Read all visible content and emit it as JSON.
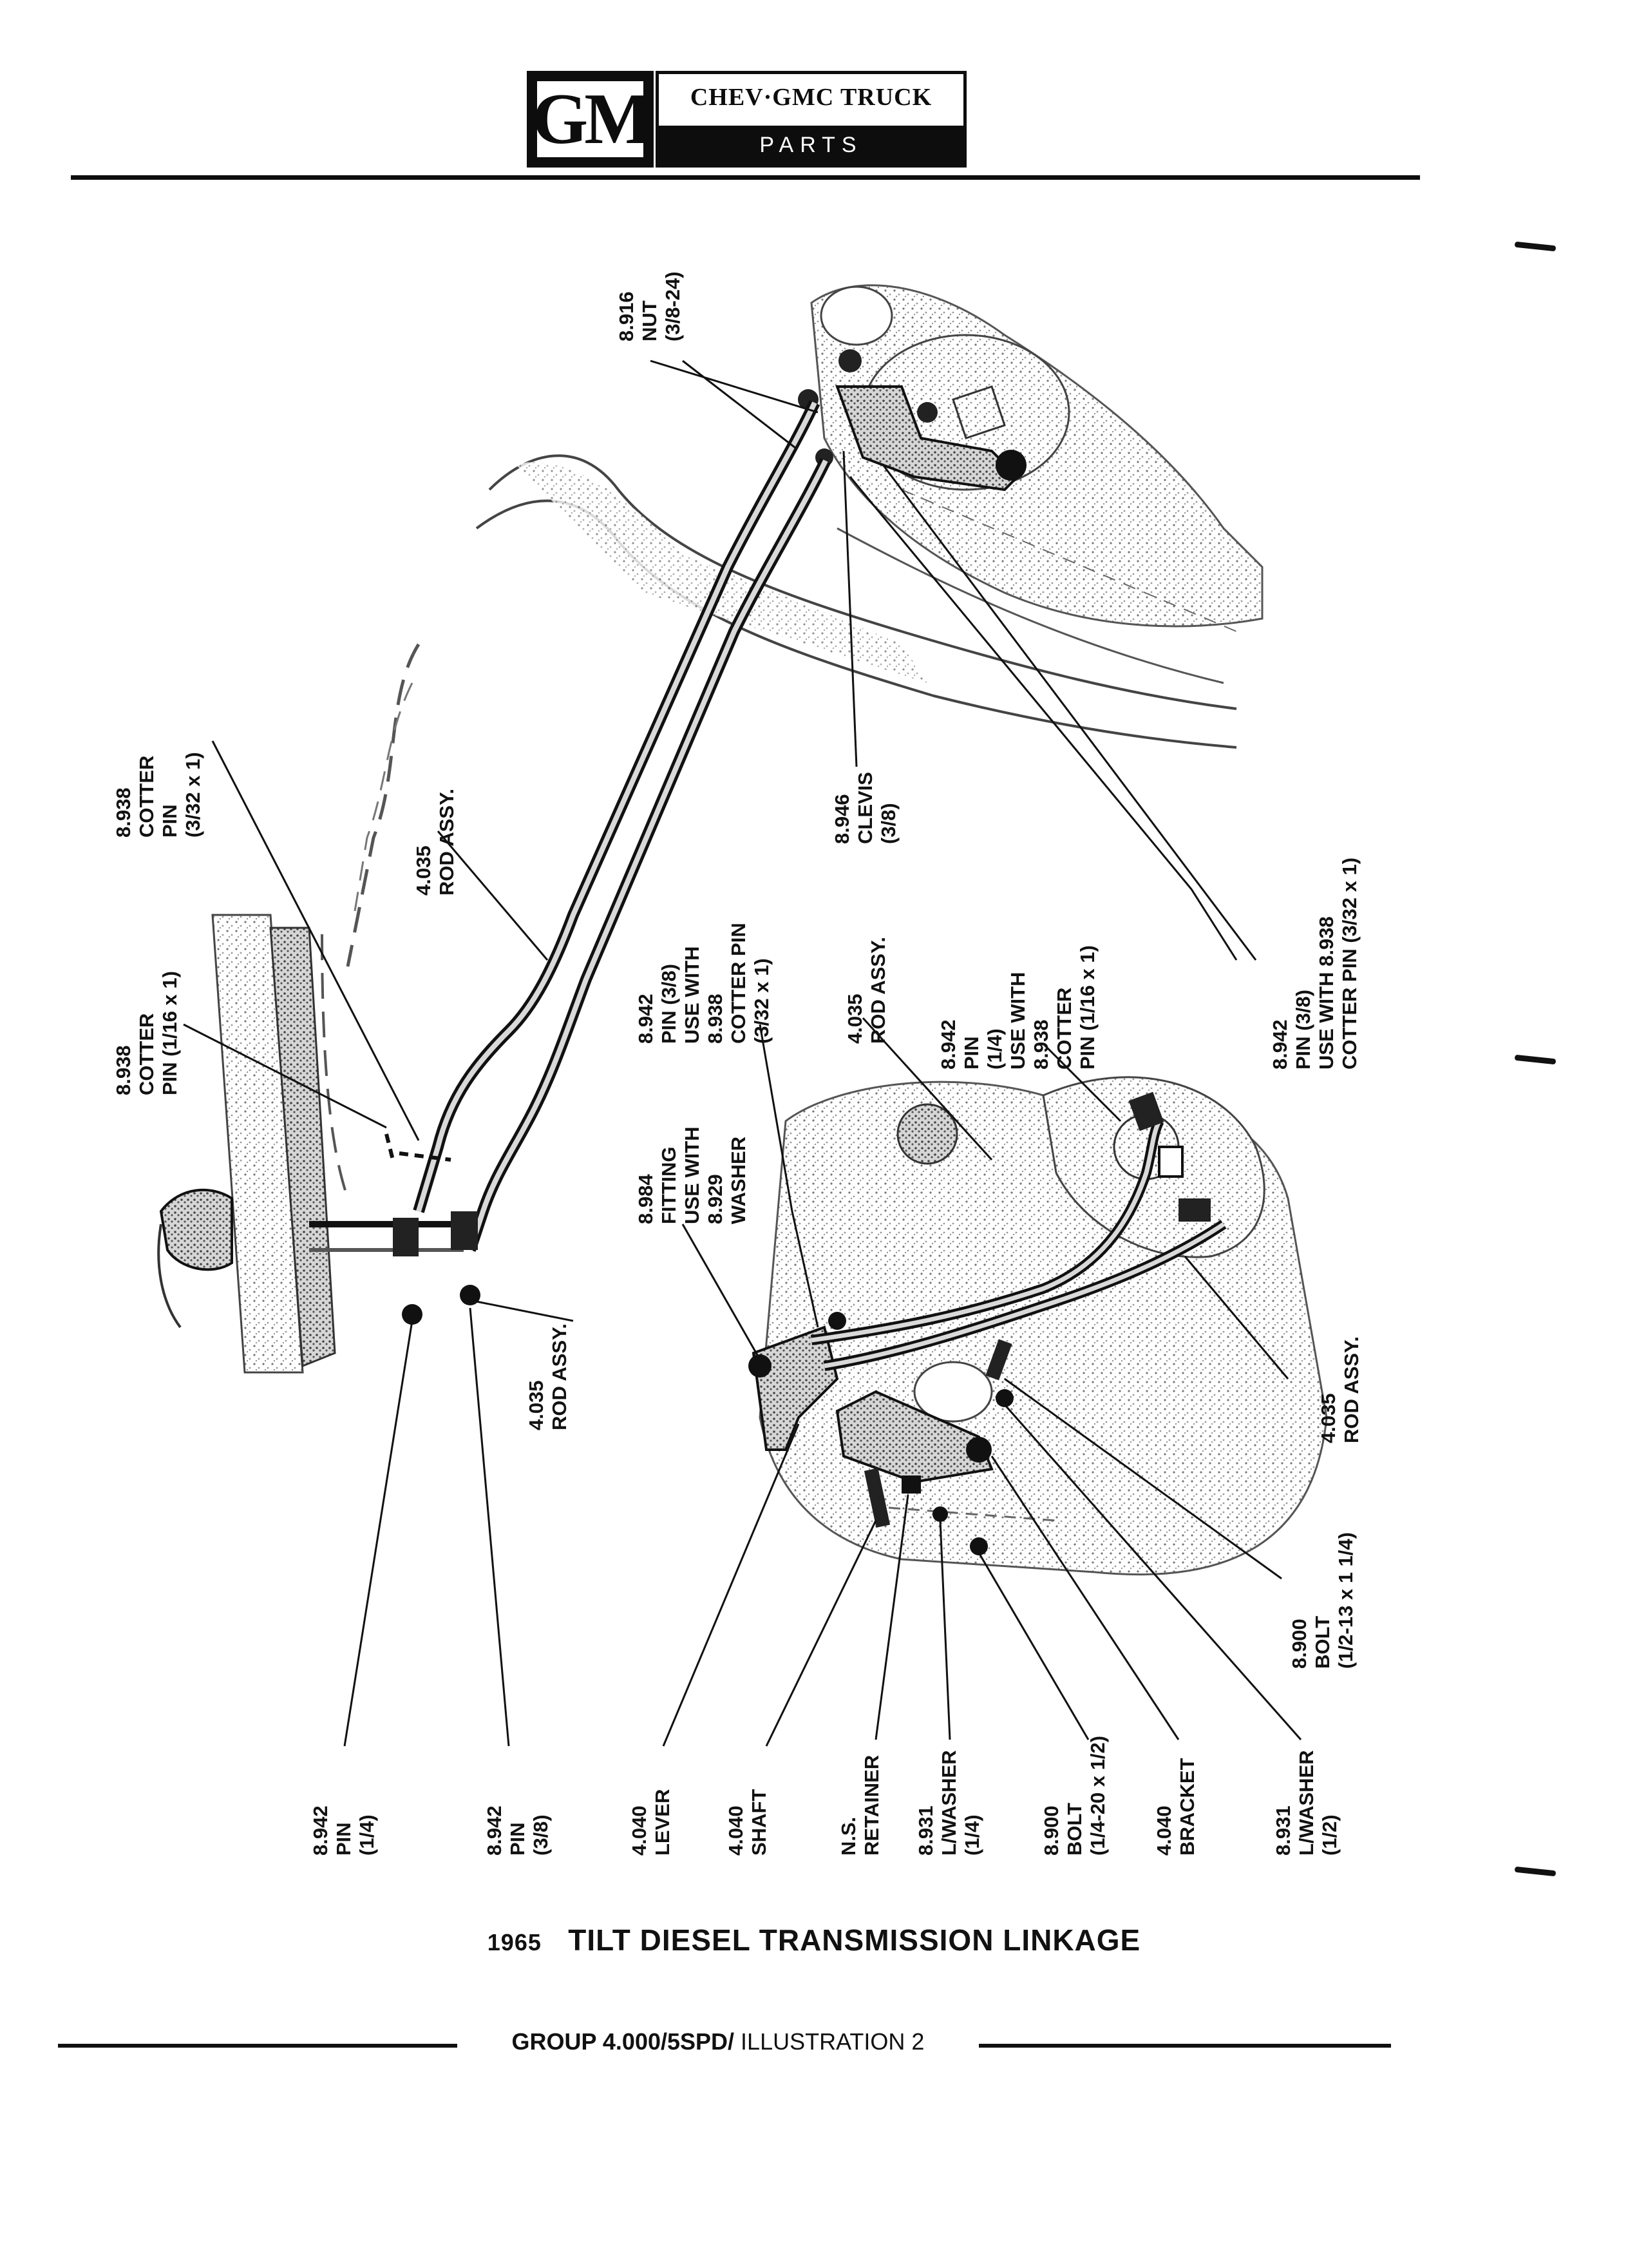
{
  "header": {
    "logo_text": "GM",
    "title": "CHEV·GMC TRUCK",
    "subtitle": "PARTS CATALOGUE"
  },
  "callouts": {
    "nut_8916": [
      "8.916",
      "NUT",
      "(3/8-24)"
    ],
    "cotter_8938_top": [
      "8.938",
      "COTTER",
      "PIN",
      "(3/32 x 1)"
    ],
    "cotter_8938_left": [
      "8.938",
      "COTTER",
      "PIN (1/16 x 1)"
    ],
    "rod_4035_upper": [
      "4.035",
      "ROD ASSY."
    ],
    "clevis_8946": [
      "8.946",
      "CLEVIS",
      "(3/8)"
    ],
    "pin_8942_right": [
      "8.942",
      "PIN (3/8)",
      "USE WITH 8.938",
      "COTTER PIN (3/32 x 1)"
    ],
    "pin_8942_quarter": [
      "8.942",
      "PIN",
      "(1/4)",
      "USE WITH",
      "8.938",
      "COTTER",
      "PIN (1/16 x 1)"
    ],
    "rod_4035_mid": [
      "4.035",
      "ROD ASSY."
    ],
    "pin_8942_mid": [
      "8.942",
      "PIN (3/8)",
      "USE WITH",
      "8.938",
      "COTTER PIN",
      "(3/32 x 1)"
    ],
    "fitting_8984": [
      "8.984",
      "FITTING",
      "USE WITH",
      "8.929",
      "WASHER"
    ],
    "rod_4035_lower": [
      "4.035",
      "ROD ASSY."
    ],
    "rod_4035_right": [
      "4.035",
      "ROD ASSY."
    ],
    "bolt_8900_large": [
      "8.900",
      "BOLT",
      "(1/2-13 x 1 1/4)"
    ],
    "pin_8942_bottom_a": [
      "8.942",
      "PIN",
      "(1/4)"
    ],
    "pin_8942_bottom_b": [
      "8.942",
      "PIN",
      "(3/8)"
    ],
    "lever_4040": [
      "4.040",
      "LEVER"
    ],
    "shaft_4040": [
      "4.040",
      "SHAFT"
    ],
    "retainer_ns": [
      "N.S.",
      "RETAINER"
    ],
    "lwasher_8931_quarter": [
      "8.931",
      "L/WASHER",
      "(1/4)"
    ],
    "bolt_8900_small": [
      "8.900",
      "BOLT",
      "(1/4-20 x 1/2)"
    ],
    "bracket_4040": [
      "4.040",
      "BRACKET"
    ],
    "lwasher_8931_half": [
      "8.931",
      "L/WASHER",
      "(1/2)"
    ]
  },
  "caption": {
    "year": "1965",
    "title": "TILT DIESEL TRANSMISSION LINKAGE"
  },
  "footer": {
    "group": "GROUP 4.000/5SPD/",
    "illustration": " ILLUSTRATION 2"
  }
}
